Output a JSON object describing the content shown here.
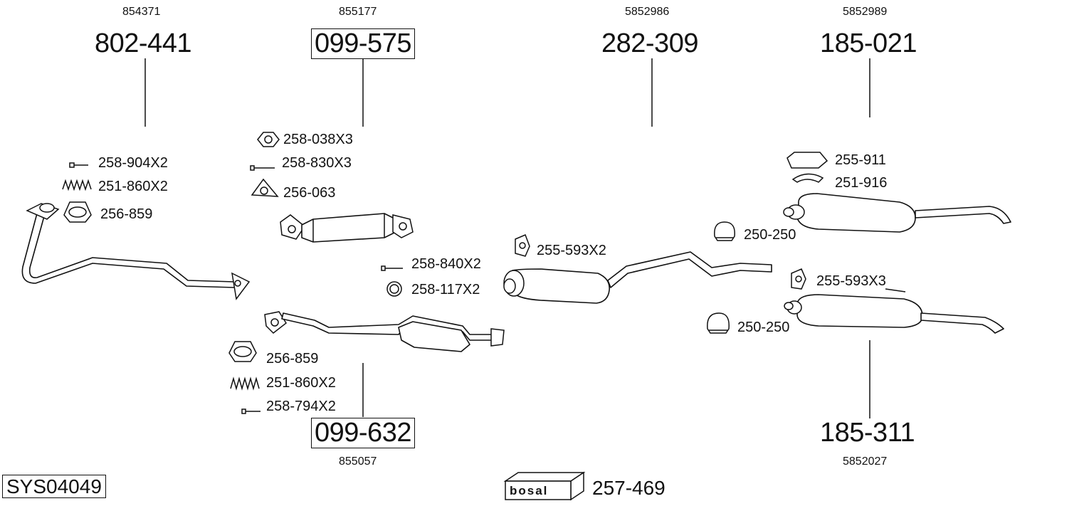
{
  "diagram": {
    "system_code": "SYS04049",
    "brand_label": "bosal",
    "brand_item": "257-469",
    "main_parts": [
      {
        "id": "p1",
        "part_no": "802-441",
        "oe_no": "854371",
        "boxed": false
      },
      {
        "id": "p2",
        "part_no": "099-575",
        "oe_no": "855177",
        "boxed": true
      },
      {
        "id": "p3",
        "part_no": "282-309",
        "oe_no": "5852986",
        "boxed": false
      },
      {
        "id": "p4",
        "part_no": "185-021",
        "oe_no": "5852989",
        "boxed": false
      },
      {
        "id": "p5",
        "part_no": "099-632",
        "oe_no": "855057",
        "boxed": true
      },
      {
        "id": "p6",
        "part_no": "185-311",
        "oe_no": "5852027",
        "boxed": false
      }
    ],
    "accessories": [
      {
        "id": "a1",
        "label": "258-904X2",
        "icon": "bolt-icon"
      },
      {
        "id": "a2",
        "label": "251-860X2",
        "icon": "spring-icon"
      },
      {
        "id": "a3",
        "label": "256-859",
        "icon": "gasket-ring-icon"
      },
      {
        "id": "a4",
        "label": "258-038X3",
        "icon": "nut-icon"
      },
      {
        "id": "a5",
        "label": "258-830X3",
        "icon": "bolt-icon"
      },
      {
        "id": "a6",
        "label": "256-063",
        "icon": "flange-gasket-icon"
      },
      {
        "id": "a7",
        "label": "258-840X2",
        "icon": "bolt-icon"
      },
      {
        "id": "a8",
        "label": "258-117X2",
        "icon": "seal-ring-icon"
      },
      {
        "id": "a9",
        "label": "256-859",
        "icon": "gasket-ring-icon"
      },
      {
        "id": "a10",
        "label": "251-860X2",
        "icon": "spring-icon"
      },
      {
        "id": "a11",
        "label": "258-794X2",
        "icon": "bolt-icon"
      },
      {
        "id": "a12",
        "label": "255-593X2",
        "icon": "rubber-hanger-icon"
      },
      {
        "id": "a13",
        "label": "255-911",
        "icon": "mounting-bracket-icon"
      },
      {
        "id": "a14",
        "label": "251-916",
        "icon": "clamp-band-icon"
      },
      {
        "id": "a15",
        "label": "250-250",
        "icon": "u-clamp-icon"
      },
      {
        "id": "a16",
        "label": "255-593X3",
        "icon": "rubber-hanger-icon"
      },
      {
        "id": "a17",
        "label": "250-250",
        "icon": "u-clamp-icon"
      }
    ]
  }
}
